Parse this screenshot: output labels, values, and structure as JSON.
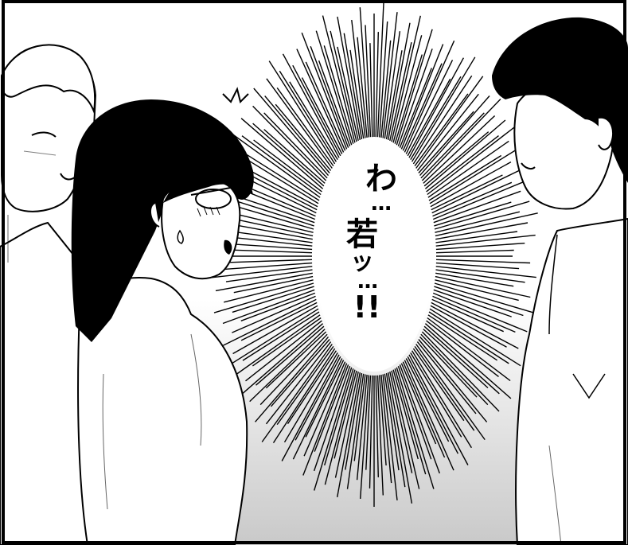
{
  "speech": {
    "line1": "わ",
    "dots1": "…",
    "line2": "若",
    "small": "ッ",
    "dots2": "…",
    "exclaim": "!!"
  },
  "colors": {
    "ink": "#000000",
    "paper": "#ffffff",
    "gradient_bottom": "#c9c9c9"
  }
}
